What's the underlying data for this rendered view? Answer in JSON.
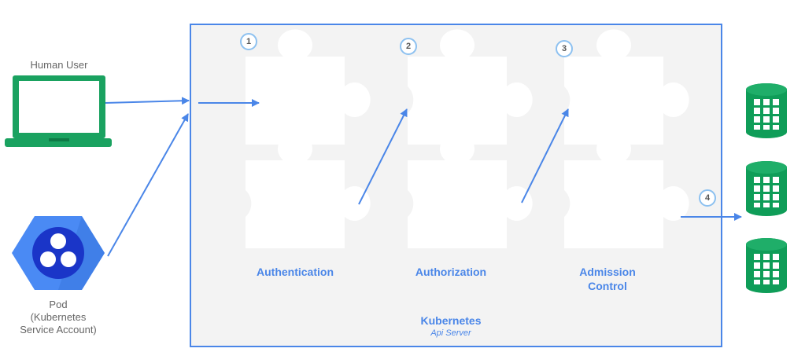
{
  "actors": {
    "human_user_label": "Human User",
    "pod_label_line1": "Pod",
    "pod_label_line2": "(Kubernetes",
    "pod_label_line3": "Service Account)"
  },
  "stages": [
    {
      "number": "1",
      "label": "Authentication"
    },
    {
      "number": "2",
      "label": "Authorization"
    },
    {
      "number": "3",
      "label_line1": "Admission",
      "label_line2": "Control"
    },
    {
      "number": "4"
    }
  ],
  "api_server": {
    "title": "Kubernetes",
    "subtitle": "Api Server"
  },
  "colors": {
    "accent_blue": "#4a86e8",
    "panel_fill": "#f3f3f3",
    "laptop_green": "#1aa260",
    "database_green": "#0f9d58",
    "pod_hex_blue": "#4a8af4",
    "pod_inner_navy": "#1a35c8"
  },
  "icons": [
    "laptop-icon",
    "pod-icon",
    "puzzle-piece-icon",
    "database-icon"
  ]
}
